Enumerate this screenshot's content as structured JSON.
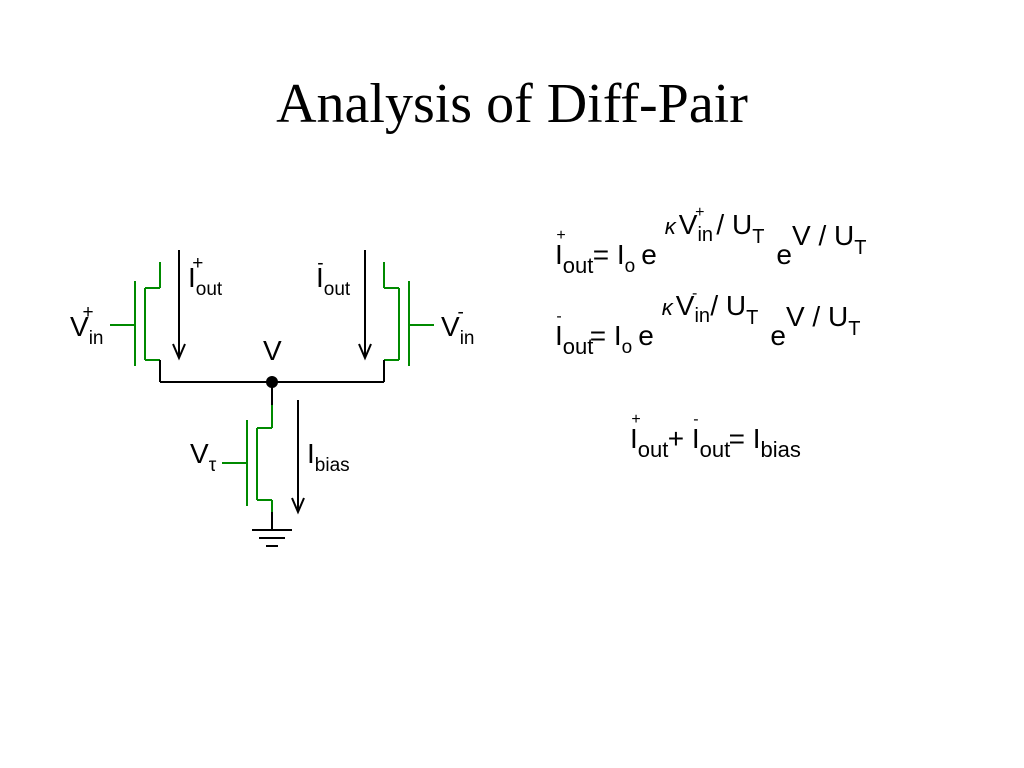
{
  "title": "Analysis of Diff-Pair",
  "circuit": {
    "vin_plus": {
      "main": "V",
      "sub": "in",
      "sup": "+"
    },
    "vin_minus": {
      "main": "V",
      "sub": "in",
      "sup": "-"
    },
    "iout_plus": {
      "main": "I",
      "sub": "out",
      "sup": "+"
    },
    "iout_minus": {
      "main": "I",
      "sub": "out",
      "sup": "-"
    },
    "node_v": "V",
    "v_tau": {
      "main": "V",
      "sub": "τ"
    },
    "i_bias": {
      "main": "I",
      "sub": "bias"
    }
  },
  "equations": {
    "eq1": {
      "lhs_main": "I",
      "lhs_sub": "out",
      "lhs_sup": "+",
      "mid": "= I",
      "mid_sub": "o",
      "e1": "e",
      "kappa": "κ",
      "exp_v": "V",
      "exp_v_sub": "in",
      "exp_v_sup": "+",
      "exp_div": "/ U",
      "exp_div_sub": "T",
      "e2": "e",
      "exp2": "V / U",
      "exp2_sub": "T"
    },
    "eq2": {
      "lhs_main": "I",
      "lhs_sub": "out",
      "lhs_sup": "-",
      "mid": "= I",
      "mid_sub": "o",
      "e1": "e",
      "kappa": "κ",
      "exp_v": "V",
      "exp_v_sub": "in",
      "exp_v_sup": "-",
      "exp_div": "/ U",
      "exp_div_sub": "T",
      "e2": "e",
      "exp2": "V / U",
      "exp2_sub": "T"
    },
    "eq3": {
      "a_main": "I",
      "a_sub": "out",
      "a_sup": "+",
      "plus": "+ I",
      "b_sub": "out",
      "b_sup": "-",
      "eq": "= I",
      "c_sub": "bias"
    }
  }
}
